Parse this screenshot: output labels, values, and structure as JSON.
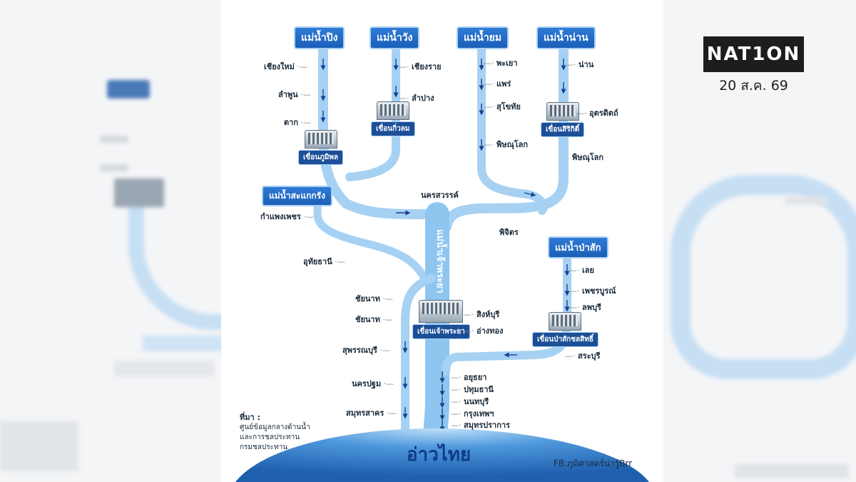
{
  "brand": {
    "logo_text": "NAT1ON",
    "date": "20 ส.ค. 69"
  },
  "rivers": {
    "ping": "แม่น้ำปิง",
    "wang": "แม่น้ำวัง",
    "yom": "แม่น้ำยม",
    "nan": "แม่น้ำน่าน",
    "sakae_krang": "แม่น้ำสะแกกรัง",
    "pa_sak": "แม่น้ำป่าสัก",
    "chao_phraya": "แม่น้ำเจ้าพระยา"
  },
  "dams": {
    "bhumibol": "เขื่อนภูมิพล",
    "kiew_lom": "เขื่อนกิ่วลม",
    "sirikit": "เขื่อนสิริกิติ์",
    "chao_phraya": "เขื่อนเจ้าพระยา",
    "pasak_jolasid": "เขื่อนป่าสักชลสิทธิ์"
  },
  "provinces": {
    "chiang_mai": "เชียงใหม่",
    "lamphun": "ลำพูน",
    "tak": "ตาก",
    "chiang_rai": "เชียงราย",
    "lampang": "ลำปาง",
    "phayao": "พะเยา",
    "phrae": "แพร่",
    "sukhothai": "สุโขทัย",
    "phitsanulok_yom": "พิษณุโลก",
    "nan": "น่าน",
    "uttaradit": "อุตรดิตถ์",
    "phitsanulok_nan": "พิษณุโลก",
    "kamphaeng_phet": "กำแพงเพชร",
    "nakhon_sawan": "นครสวรรค์",
    "phichit": "พิจิตร",
    "uthai_thani": "อุทัยธานี",
    "chai_nat_1": "ชัยนาท",
    "chai_nat_2": "ชัยนาท",
    "sing_buri": "สิงห์บุรี",
    "ang_thong": "อ่างทอง",
    "loei": "เลย",
    "phetchabun": "เพชรบูรณ์",
    "lop_buri": "ลพบุรี",
    "saraburi": "สระบุรี",
    "suphan_buri": "สุพรรณบุรี",
    "nakhon_pathom": "นครปฐม",
    "samut_sakhon": "สมุทรสาคร",
    "ayutthaya": "อยุธยา",
    "pathum_thani": "ปทุมธานี",
    "nonthaburi": "นนทบุรี",
    "bangkok": "กรุงเทพฯ",
    "samut_prakan": "สมุทรปราการ"
  },
  "gulf": "อ่าวไทย",
  "source": {
    "title": "ที่มา :",
    "line1": "ศูนย์ข้อมูลกลางด้านน้ำ",
    "line2": "และการชลประทาน",
    "line3": "กรมชลประทาน"
  },
  "credit": "FB:ภูมิศาสตร์น่ารู้Brr",
  "colors": {
    "river": "#9fcdf2",
    "river_dark": "#5aa2e0",
    "title_bg": "#1e63c0",
    "arrow": "#1b3f8f",
    "sea": "#2f7fd0"
  }
}
